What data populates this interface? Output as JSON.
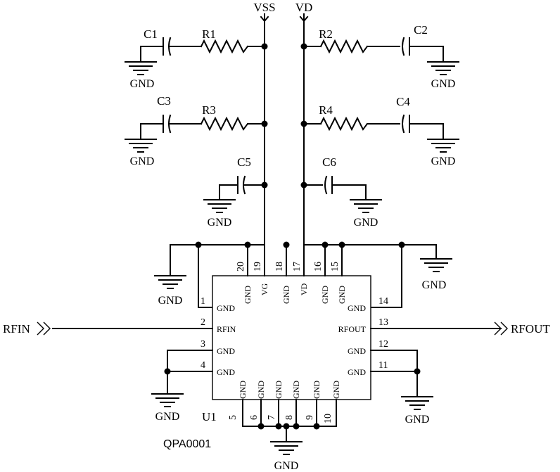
{
  "rails": {
    "vss": "VSS",
    "vd": "VD"
  },
  "components": {
    "c1": "C1",
    "c2": "C2",
    "c3": "C3",
    "c4": "C4",
    "c5": "C5",
    "c6": "C6",
    "r1": "R1",
    "r2": "R2",
    "r3": "R3",
    "r4": "R4"
  },
  "ground_label": "GND",
  "ports": {
    "rfin": "RFIN",
    "rfout": "RFOUT"
  },
  "chip": {
    "ref": "U1",
    "part": "QPA0001",
    "left_pins": [
      {
        "num": "1",
        "name": "GND"
      },
      {
        "num": "2",
        "name": "RFIN"
      },
      {
        "num": "3",
        "name": "GND"
      },
      {
        "num": "4",
        "name": "GND"
      }
    ],
    "right_pins": [
      {
        "num": "14",
        "name": "GND"
      },
      {
        "num": "13",
        "name": "RFOUT"
      },
      {
        "num": "12",
        "name": "GND"
      },
      {
        "num": "11",
        "name": "GND"
      }
    ],
    "top_pins": [
      {
        "num": "20",
        "name": "GND"
      },
      {
        "num": "19",
        "name": "VG"
      },
      {
        "num": "18",
        "name": "GND"
      },
      {
        "num": "17",
        "name": "VD"
      },
      {
        "num": "16",
        "name": "GND"
      },
      {
        "num": "15",
        "name": "GND"
      }
    ],
    "bottom_pins": [
      {
        "num": "5",
        "name": "GND"
      },
      {
        "num": "6",
        "name": "GND"
      },
      {
        "num": "7",
        "name": "GND"
      },
      {
        "num": "8",
        "name": "GND"
      },
      {
        "num": "9",
        "name": "GND"
      },
      {
        "num": "10",
        "name": "GND"
      }
    ]
  }
}
